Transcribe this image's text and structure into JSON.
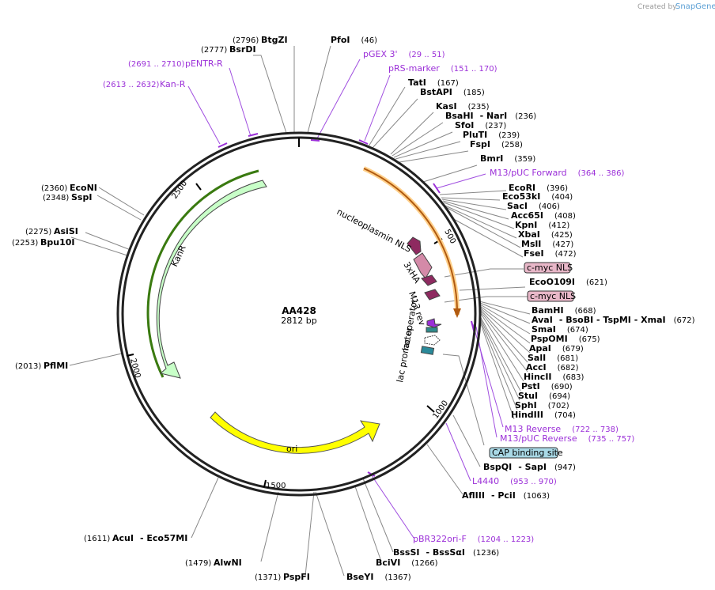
{
  "credit": {
    "prefix": "Created by",
    "brand": "SnapGene"
  },
  "plasmid": {
    "name": "AA428",
    "size_label": "2812 bp",
    "length": 2812
  },
  "ticks": [
    "500",
    "1000",
    "1500",
    "2000",
    "2500"
  ],
  "features": [
    {
      "name": "KanR",
      "label": "KanR"
    },
    {
      "name": "ori",
      "label": "ori"
    },
    {
      "name": "nucleoplasmin NLS",
      "label": "nucleoplasmin NLS"
    },
    {
      "name": "3xHA",
      "label": "3xHA"
    },
    {
      "name": "M13 rev",
      "label": "M13 rev"
    },
    {
      "name": "lac operator",
      "label": "lac operator"
    },
    {
      "name": "lac promoter",
      "label": "lac promoter"
    }
  ],
  "labels": [
    {
      "id": "btgzi",
      "name": "BtgZI",
      "pos": "(2796)"
    },
    {
      "id": "bsrdi",
      "name": "BsrDI",
      "pos": "(2777)"
    },
    {
      "id": "pfoi",
      "name": "PfoI",
      "pos": "(46)"
    },
    {
      "id": "pentr",
      "name": "pENTR-R",
      "pos": "(2691 .. 2710)",
      "primer": true
    },
    {
      "id": "kanr-p",
      "name": "Kan-R",
      "pos": "(2613 .. 2632)",
      "primer": true
    },
    {
      "id": "pgex",
      "name": "pGEX 3'",
      "pos": "(29 .. 51)",
      "primer": true
    },
    {
      "id": "prs",
      "name": "pRS-marker",
      "pos": "(151 .. 170)",
      "primer": true
    },
    {
      "id": "tati",
      "name": "TatI",
      "pos": "(167)"
    },
    {
      "id": "bstapi",
      "name": "BstAPI",
      "pos": "(185)"
    },
    {
      "id": "kasi",
      "name": "KasI",
      "pos": "(235)"
    },
    {
      "id": "bsahi",
      "name": "BsaHI",
      "extra": "- NarI",
      "pos": "(236)"
    },
    {
      "id": "sfoi",
      "name": "SfoI",
      "pos": "(237)"
    },
    {
      "id": "pluti",
      "name": "PluTI",
      "pos": "(239)"
    },
    {
      "id": "fspi",
      "name": "FspI",
      "pos": "(258)"
    },
    {
      "id": "bmri",
      "name": "BmrI",
      "pos": "(359)"
    },
    {
      "id": "m13puc",
      "name": "M13/pUC Forward",
      "pos": "(364 .. 386)",
      "primer": true
    },
    {
      "id": "ecori",
      "name": "EcoRI",
      "pos": "(396)"
    },
    {
      "id": "eco53ki",
      "name": "Eco53kI",
      "pos": "(404)"
    },
    {
      "id": "saci",
      "name": "SacI",
      "pos": "(406)"
    },
    {
      "id": "acc65i",
      "name": "Acc65I",
      "pos": "(408)"
    },
    {
      "id": "kpni",
      "name": "KpnI",
      "pos": "(412)"
    },
    {
      "id": "xbai",
      "name": "XbaI",
      "pos": "(425)"
    },
    {
      "id": "msli",
      "name": "MslI",
      "pos": "(427)"
    },
    {
      "id": "fsei",
      "name": "FseI",
      "pos": "(472)"
    },
    {
      "id": "cmyc1",
      "name": "c-myc NLS",
      "box": true
    },
    {
      "id": "eco0109i",
      "name": "EcoO109I",
      "pos": "(621)"
    },
    {
      "id": "cmyc2",
      "name": "c-myc NLS",
      "box": true
    },
    {
      "id": "bamhi",
      "name": "BamHI",
      "pos": "(668)"
    },
    {
      "id": "avai",
      "name": "AvaI",
      "extra": "- BsoBI   - TspMI   - XmaI",
      "pos": "(672)"
    },
    {
      "id": "smai",
      "name": "SmaI",
      "pos": "(674)"
    },
    {
      "id": "pspomi",
      "name": "PspOMI",
      "pos": "(675)"
    },
    {
      "id": "apai",
      "name": "ApaI",
      "pos": "(679)"
    },
    {
      "id": "sali",
      "name": "SalI",
      "pos": "(681)"
    },
    {
      "id": "acci",
      "name": "AccI",
      "pos": "(682)"
    },
    {
      "id": "hincii",
      "name": "HincII",
      "pos": "(683)"
    },
    {
      "id": "psti",
      "name": "PstI",
      "pos": "(690)"
    },
    {
      "id": "stui",
      "name": "StuI",
      "pos": "(694)"
    },
    {
      "id": "sphi",
      "name": "SphI",
      "pos": "(702)"
    },
    {
      "id": "hindiii",
      "name": "HindIII",
      "pos": "(704)"
    },
    {
      "id": "m13rev",
      "name": "M13 Reverse",
      "pos": "(722 .. 738)",
      "primer": true
    },
    {
      "id": "m13pucrev",
      "name": "M13/pUC Reverse",
      "pos": "(735 .. 757)",
      "primer": true
    },
    {
      "id": "cap",
      "name": "CAP binding site",
      "box": true
    },
    {
      "id": "bspqi",
      "name": "BspQI",
      "extra": "- SapI",
      "pos": "(947)"
    },
    {
      "id": "l4440",
      "name": "L4440",
      "pos": "(953 .. 970)",
      "primer": true
    },
    {
      "id": "afliii",
      "name": "AflIII",
      "extra": "- PciI",
      "pos": "(1063)"
    },
    {
      "id": "pbr322",
      "name": "pBR322ori-F",
      "pos": "(1204 .. 1223)",
      "primer": true
    },
    {
      "id": "bsssi",
      "name": "BssSI",
      "extra": "- BssSαI",
      "pos": "(1236)"
    },
    {
      "id": "bcivi",
      "name": "BciVI",
      "pos": "(1266)"
    },
    {
      "id": "bseyi",
      "name": "BseYI",
      "pos": "(1367)"
    },
    {
      "id": "pspfi",
      "name": "PspFI",
      "pos": "(1371)"
    },
    {
      "id": "alwni",
      "name": "AlwNI",
      "pos": "(1479)"
    },
    {
      "id": "acui",
      "name": "AcuI",
      "extra": "- Eco57MI",
      "pos": "(1611)"
    },
    {
      "id": "pflmi",
      "name": "PflMI",
      "pos": "(2013)"
    },
    {
      "id": "bpu10i",
      "name": "Bpu10I",
      "pos": "(2253)"
    },
    {
      "id": "asisi",
      "name": "AsiSI",
      "pos": "(2275)"
    },
    {
      "id": "sspi",
      "name": "SspI",
      "pos": "(2348)"
    },
    {
      "id": "econi",
      "name": "EcoNI",
      "pos": "(2360)"
    }
  ]
}
